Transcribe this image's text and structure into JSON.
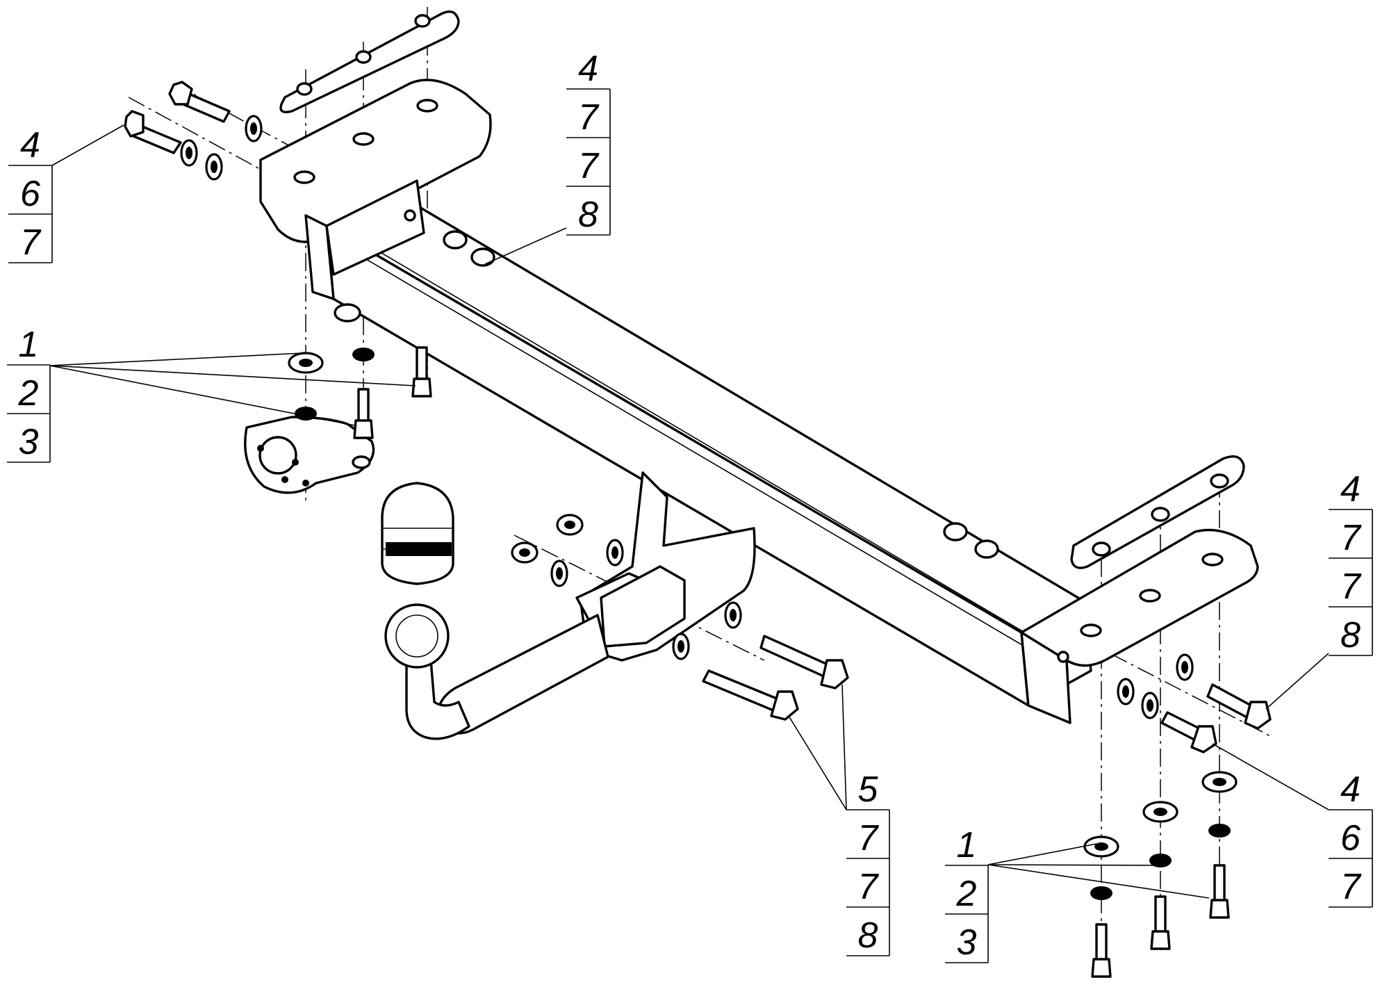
{
  "callouts": [
    {
      "id": "tl",
      "labels": [
        "4",
        "6",
        "7"
      ]
    },
    {
      "id": "tc",
      "labels": [
        "4",
        "7",
        "7",
        "8"
      ]
    },
    {
      "id": "ml",
      "labels": [
        "1",
        "2",
        "3"
      ]
    },
    {
      "id": "bc",
      "labels": [
        "5",
        "7",
        "7",
        "8"
      ]
    },
    {
      "id": "br",
      "labels": [
        "1",
        "2",
        "3"
      ]
    },
    {
      "id": "rt",
      "labels": [
        "4",
        "7",
        "7",
        "8"
      ]
    },
    {
      "id": "rb",
      "labels": [
        "4",
        "6",
        "7"
      ]
    }
  ]
}
